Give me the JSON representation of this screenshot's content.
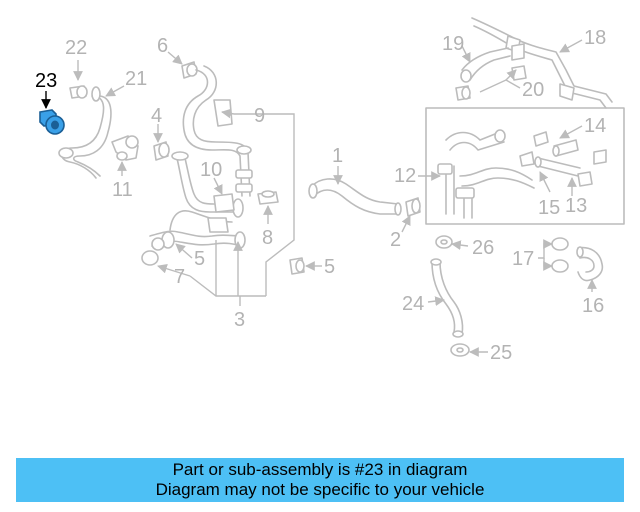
{
  "callouts": {
    "c1": "1",
    "c2": "2",
    "c3": "3",
    "c4": "4",
    "c5a": "5",
    "c5b": "5",
    "c6": "6",
    "c7": "7",
    "c8": "8",
    "c9": "9",
    "c10": "10",
    "c11": "11",
    "c12": "12",
    "c13": "13",
    "c14": "14",
    "c15": "15",
    "c16": "16",
    "c17": "17",
    "c18": "18",
    "c19": "19",
    "c20": "20",
    "c21": "21",
    "c22": "22",
    "c23": "23",
    "c24": "24",
    "c25": "25",
    "c26": "26"
  },
  "highlight": {
    "part_number": "23",
    "color": "#3aa0e8"
  },
  "banner": {
    "line1": "Part or sub-assembly is #23 in diagram",
    "line2": "Diagram may not be specific to your vehicle",
    "background": "#4dc0f5"
  }
}
